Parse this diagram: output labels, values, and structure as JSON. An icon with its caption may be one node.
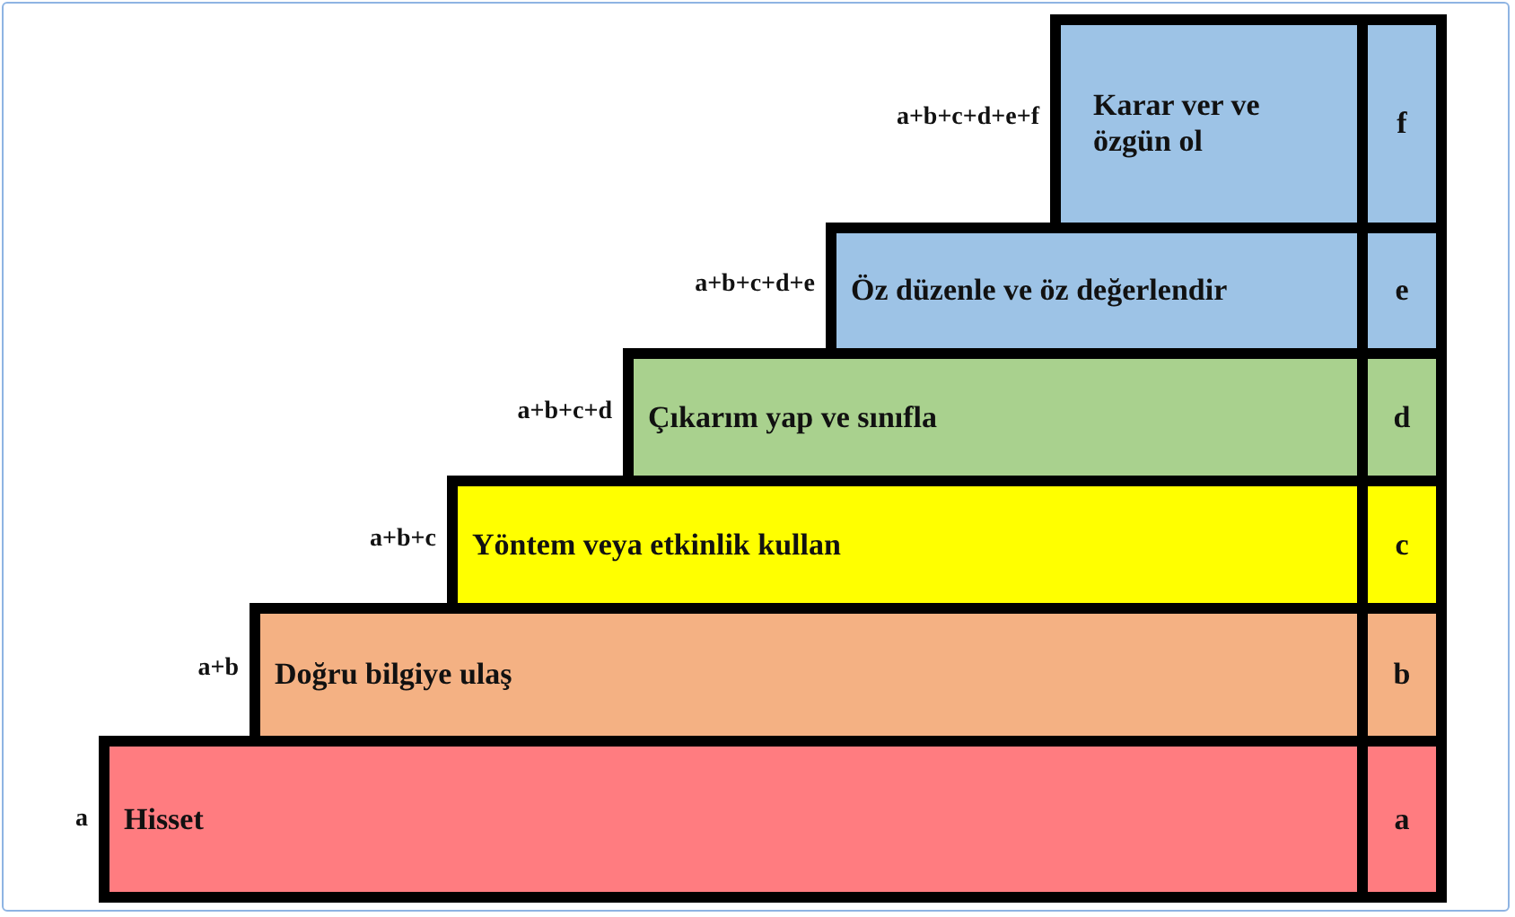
{
  "diagram": {
    "nodes": [
      {
        "text": [
          "Karar ver ve özgün ol"
        ],
        "beside": [
          "a+b+c+d+e+f"
        ]
      },
      {
        "text": [
          "f"
        ]
      },
      {
        "text": [
          "Öz düzenle ve öz değerlendir"
        ],
        "beside": [
          "a+b+c+d+e"
        ]
      },
      {
        "text": [
          "e"
        ]
      },
      {
        "text": [
          "Çıkarım yap ve sınıfla"
        ],
        "beside": [
          "a+b+c+d"
        ]
      },
      {
        "text": [
          "d"
        ]
      },
      {
        "text": [
          "Yöntem veya etkinlik kullan"
        ],
        "beside": [
          "a+b+c"
        ]
      },
      {
        "text": [
          "c"
        ]
      },
      {
        "text": [
          "Doğru bilgiye ulaş"
        ],
        "beside": [
          "a+b"
        ]
      },
      {
        "text": [
          "b"
        ]
      },
      {
        "text": [
          "Hisset"
        ],
        "beside": [
          "a"
        ]
      },
      {
        "text": [
          "a"
        ]
      }
    ]
  }
}
